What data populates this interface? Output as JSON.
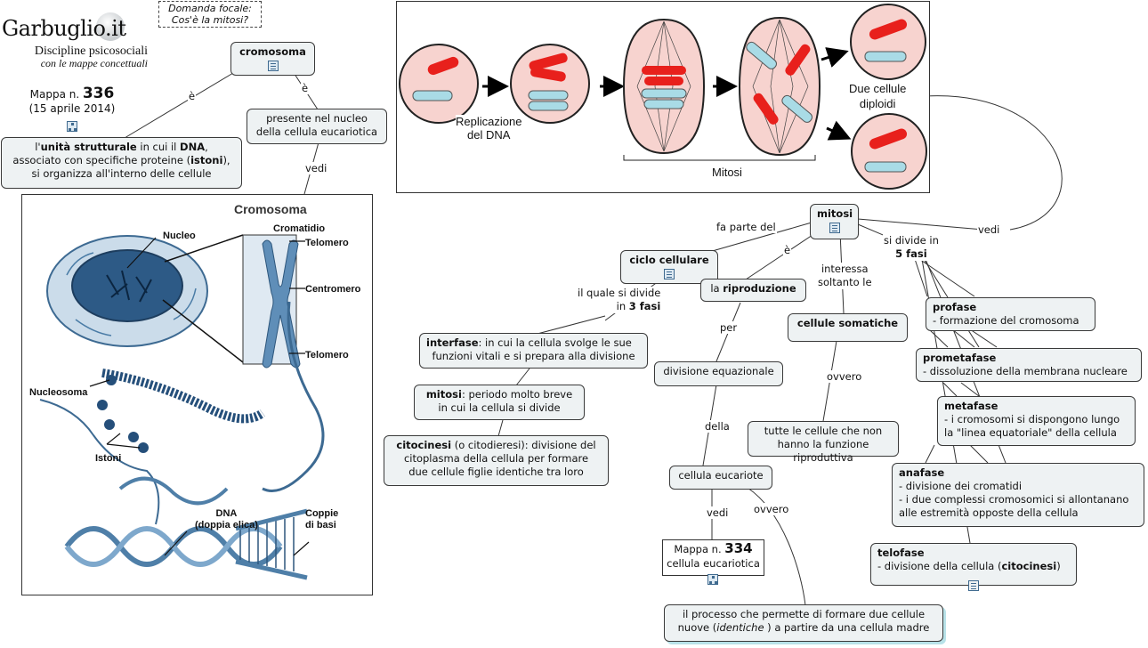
{
  "brand": {
    "name": "Garbuglio.it",
    "line1": "Discipline psicosociali",
    "line2": "con le mappe concettuali",
    "map_prefix": "Mappa n.",
    "map_number": "336",
    "date": "(15 aprile 2014)"
  },
  "focus": {
    "line1": "Domanda focale:",
    "line2": "Cos'è la mitosi?"
  },
  "nodes": {
    "cromosoma": "cromosoma",
    "unita": {
      "p1": "l'",
      "b1": "unità strutturale",
      "p2": " in cui il ",
      "b2": "DNA",
      "p3": ",",
      "line2a": "associato con specifiche proteine (",
      "b3": "istoni",
      "line2b": "),",
      "line3": "si organizza all'interno delle cellule"
    },
    "presente": {
      "line1": "presente nel nucleo",
      "line2": "della cellula eucariotica"
    },
    "mitosi": "mitosi",
    "ciclo": "ciclo cellulare",
    "riproduzione": {
      "pre": "la ",
      "bold": "riproduzione"
    },
    "cellule_somatiche": "cellule somatiche",
    "interfase": {
      "bold": "interfase",
      "rest": ": in cui la cellula svolge le sue",
      "line2": "funzioni vitali e si prepara alla divisione"
    },
    "mitosi_fase": {
      "bold": "mitosi",
      "rest": ": periodo molto breve",
      "line2": "in cui la cellula si divide"
    },
    "citocinesi": {
      "bold": "citocinesi",
      "rest": " (o citodieresi): divisione del",
      "line2": "citoplasma della cellula per formare",
      "line3": "due cellule figlie identiche tra loro"
    },
    "divisione": "divisione equazionale",
    "tutte": {
      "line1": "tutte le cellule che non",
      "line2": "hanno la funzione riproduttiva"
    },
    "cellula_euc": "cellula eucariote",
    "mappa334": {
      "prefix": "Mappa n.",
      "number": "334",
      "line2": "cellula eucariotica"
    },
    "processo": {
      "line1": "il processo che permette di formare due cellule",
      "line2a": "nuove (",
      "italic": "identiche",
      "line2b": " ) a partire da una cellula madre"
    },
    "profase": {
      "title": "profase",
      "desc": "- formazione del cromosoma"
    },
    "prometafase": {
      "title": "prometafase",
      "desc": "- dissoluzione della membrana nucleare"
    },
    "metafase": {
      "title": "metafase",
      "desc1": "- i cromosomi si dispongono lungo",
      "desc2": "la \"linea equatoriale\" della cellula"
    },
    "anafase": {
      "title": "anafase",
      "desc1": "- divisione dei cromatidi",
      "desc2": "- i due complessi cromosomici si allontanano",
      "desc3": "alle estremità opposte della cellula"
    },
    "telofase": {
      "title": "telofase",
      "pre": "- divisione della cellula (",
      "bold": "citocinesi",
      "post": ")"
    }
  },
  "labels": {
    "e1": "è",
    "e2": "è",
    "vedi1": "vedi",
    "fa_parte": "fa parte del",
    "e3": "è",
    "interessa1": "interessa",
    "interessa2": "soltanto le",
    "si_divide": "si divide in",
    "cinque_fasi": "5 fasi",
    "vedi2": "vedi",
    "quale1": "il quale si divide",
    "quale2a": "in ",
    "quale2b": "3 fasi",
    "per": "per",
    "ovvero1": "ovvero",
    "della": "della",
    "vedi3": "vedi",
    "ovvero2": "ovvero"
  },
  "mitosis_figure": {
    "replicazione1": "Replicazione",
    "replicazione2": "del DNA",
    "mitosi": "Mitosi",
    "due1": "Due cellule",
    "due2": "diploidi"
  },
  "chromosome_figure": {
    "title": "Cromosoma",
    "nucleo": "Nucleo",
    "cromatidio": "Cromatidio",
    "telomero1": "Telomero",
    "centromero": "Centromero",
    "telomero2": "Telomero",
    "nucleosoma": "Nucleosoma",
    "istoni": "Istoni",
    "dna1": "DNA",
    "dna2": "(doppia elica)",
    "coppie1": "Coppie",
    "coppie2": "di basi"
  },
  "colors": {
    "node_bg": "#eef2f3",
    "border": "#3a3a3a",
    "red": "#e8201c",
    "blue": "#a9dbe6",
    "cell": "#f7d3cf",
    "figure_blue": "#4f7fa8"
  }
}
